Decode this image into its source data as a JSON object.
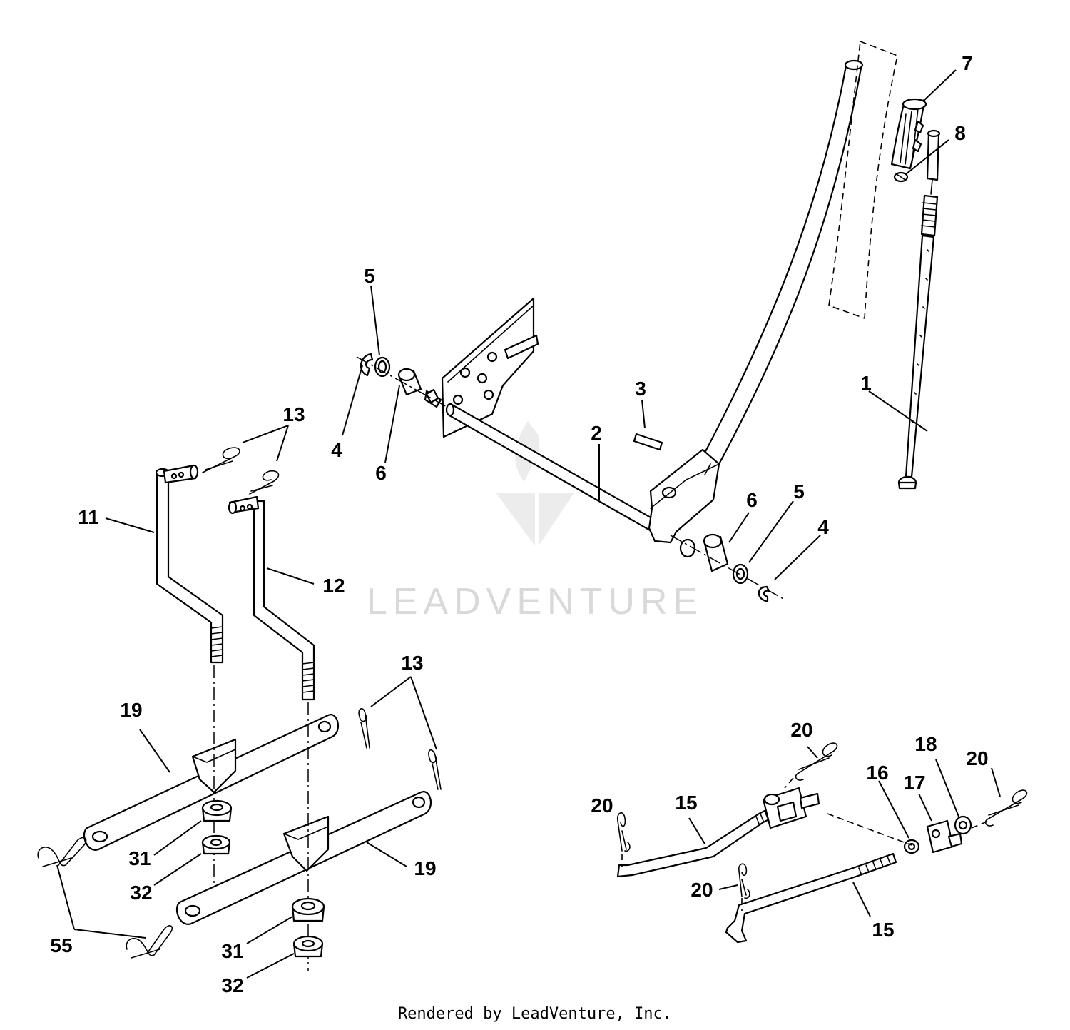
{
  "watermark": {
    "text": "LEADVENTURE"
  },
  "footer": {
    "text": "Rendered by LeadVenture, Inc."
  },
  "callouts": {
    "c1": "1",
    "c2": "2",
    "c3": "3",
    "c4a": "4",
    "c4b": "4",
    "c5a": "5",
    "c5b": "5",
    "c6a": "6",
    "c6b": "6",
    "c7": "7",
    "c8": "8",
    "c11": "11",
    "c12": "12",
    "c13a": "13",
    "c13b": "13",
    "c15a": "15",
    "c15b": "15",
    "c16": "16",
    "c17": "17",
    "c18": "18",
    "c19a": "19",
    "c19b": "19",
    "c20a": "20",
    "c20b": "20",
    "c20c": "20",
    "c20d": "20",
    "c31a": "31",
    "c31b": "31",
    "c32a": "32",
    "c32b": "32",
    "c55": "55"
  }
}
